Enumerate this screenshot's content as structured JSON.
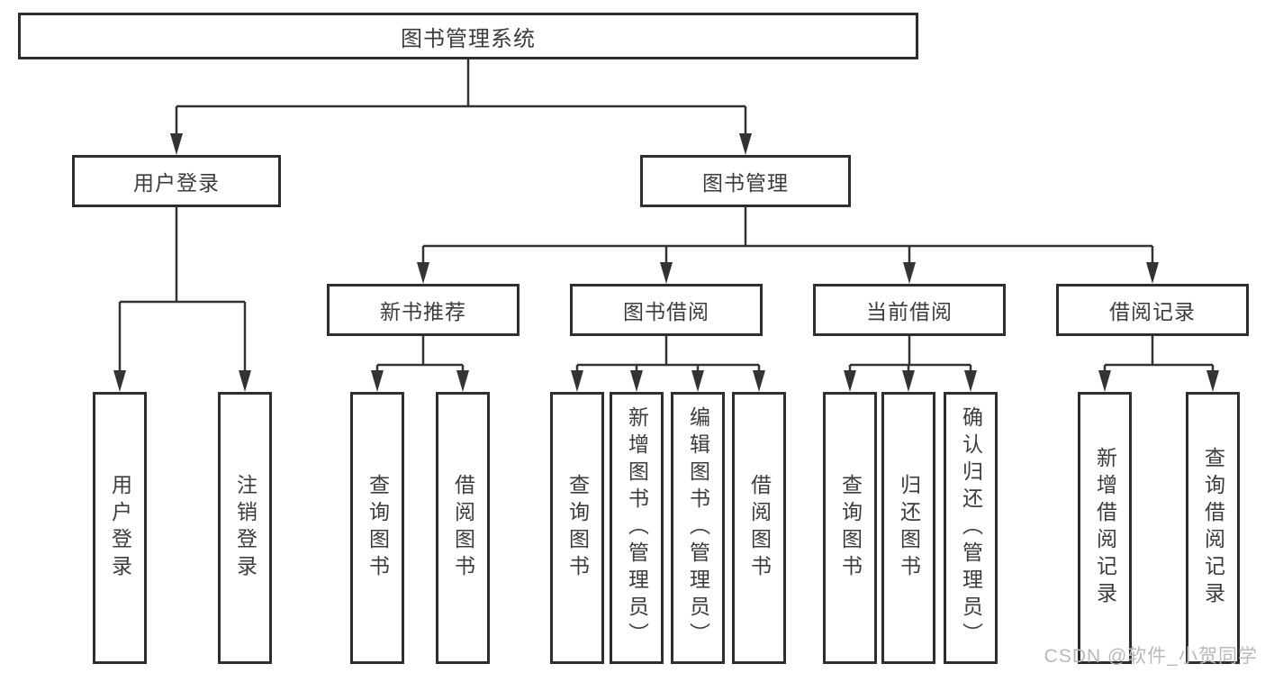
{
  "diagram": {
    "title": "图书管理系统",
    "tree": {
      "label": "图书管理系统",
      "children": [
        {
          "label": "用户登录",
          "children": [
            {
              "label": "用户登录"
            },
            {
              "label": "注销登录"
            }
          ]
        },
        {
          "label": "图书管理",
          "children": [
            {
              "label": "新书推荐",
              "children": [
                {
                  "label": "查询图书"
                },
                {
                  "label": "借阅图书"
                }
              ]
            },
            {
              "label": "图书借阅",
              "children": [
                {
                  "label": "查询图书"
                },
                {
                  "label": "新增图书（管理员）"
                },
                {
                  "label": "编辑图书（管理员）"
                },
                {
                  "label": "借阅图书"
                }
              ]
            },
            {
              "label": "当前借阅",
              "children": [
                {
                  "label": "查询图书"
                },
                {
                  "label": "归还图书"
                },
                {
                  "label": "确认归还（管理员）"
                }
              ]
            },
            {
              "label": "借阅记录",
              "children": [
                {
                  "label": "新增借阅记录"
                },
                {
                  "label": "查询借阅记录"
                }
              ]
            }
          ]
        }
      ]
    },
    "colors": {
      "line": "#333333",
      "box_border": "#2e2e2e",
      "text": "#3c3c3c",
      "background": "#ffffff",
      "watermark": "#b9b9b9"
    }
  },
  "watermark": {
    "text": "CSDN @软件_小贺同学"
  }
}
